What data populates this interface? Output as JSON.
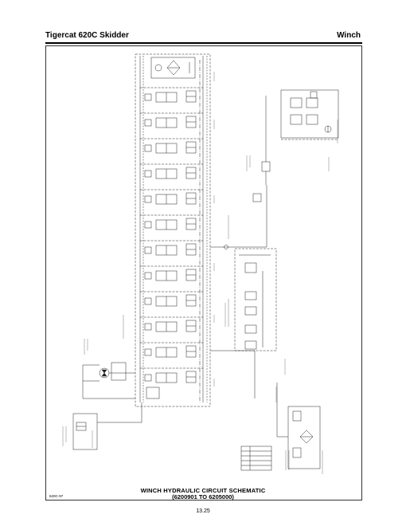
{
  "header": {
    "title": "Tigercat 620C Skidder",
    "section": "Winch"
  },
  "figure": {
    "title_line1": "WINCH HYDRAULIC CIRCUIT SCHEMATIC",
    "title_line2": "(6200901 TO 6205000)",
    "figure_id": "620C-97"
  },
  "footer": {
    "page_number": "13.25"
  }
}
